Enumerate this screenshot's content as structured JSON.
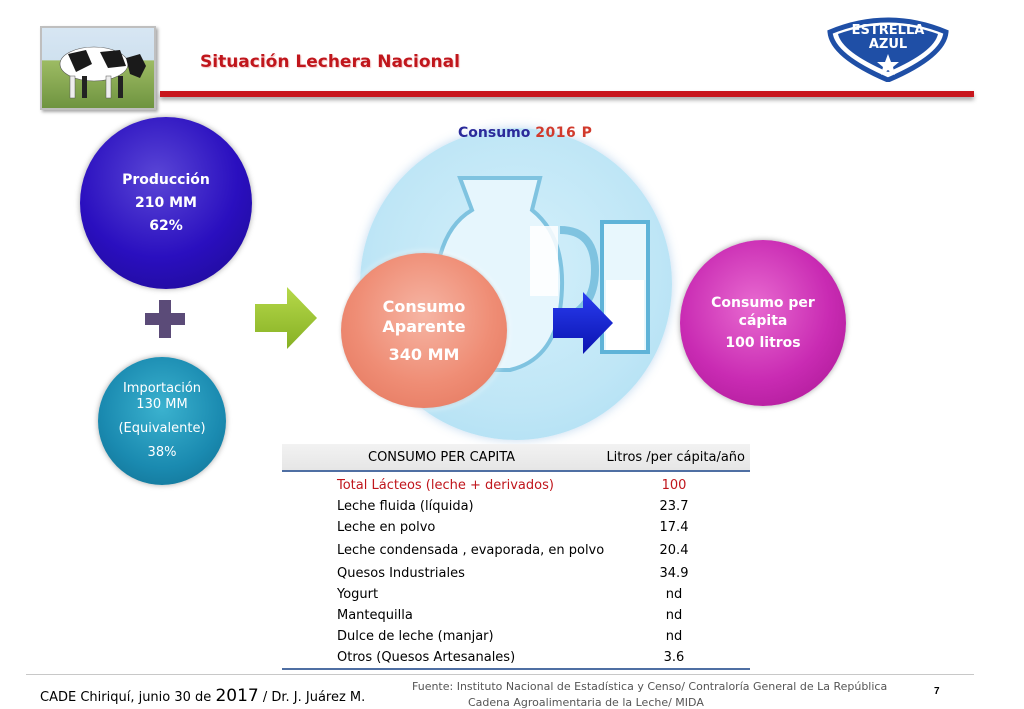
{
  "header": {
    "title": "Situación Lechera Nacional",
    "logo_line1": "ESTRELLA",
    "logo_line2": "AZUL"
  },
  "colors": {
    "title_red": "#c8161d",
    "logo_blue": "#1f4fa6"
  },
  "consumo_label": {
    "prefix": "Consumo",
    "year": "2016 P"
  },
  "produccion": {
    "label": "Producción",
    "amount": "210 MM",
    "pct": "62%"
  },
  "importacion": {
    "label": "Importación",
    "amount": "130 MM",
    "note": "(Equivalente)",
    "pct": "38%"
  },
  "aparente": {
    "label1": "Consumo",
    "label2": "Aparente",
    "amount": "340 MM"
  },
  "percapita": {
    "label1": "Consumo per",
    "label2": "cápita",
    "amount": "100 litros"
  },
  "table": {
    "header_item": "CONSUMO PER CAPITA",
    "header_value": "Litros /per cápita/año",
    "rows": [
      {
        "item": "Total Lácteos (leche + derivados)",
        "value": "100"
      },
      {
        "item": "Leche fluida (líquida)",
        "value": "23.7"
      },
      {
        "item": "Leche en polvo",
        "value": "17.4"
      },
      {
        "item": "Leche condensada , evaporada, en polvo",
        "value": "20.4"
      },
      {
        "item": "Quesos Industriales",
        "value": "34.9"
      },
      {
        "item": "Yogurt",
        "value": "nd"
      },
      {
        "item": "Mantequilla",
        "value": "nd"
      },
      {
        "item": "Dulce de leche (manjar)",
        "value": "nd"
      },
      {
        "item": "Otros  (Quesos Artesanales)",
        "value": "3.6"
      }
    ]
  },
  "footer": {
    "left_prefix": "CADE Chiriquí,  junio 30 de ",
    "left_year": "2017",
    "left_suffix": " / Dr. J. Juárez M.",
    "source_line1": "Fuente: Instituto Nacional de Estadística y Censo/ Contraloría General de La República",
    "source_line2": "Cadena Agroalimentaria de la Leche/ MIDA",
    "page_number": "7"
  }
}
